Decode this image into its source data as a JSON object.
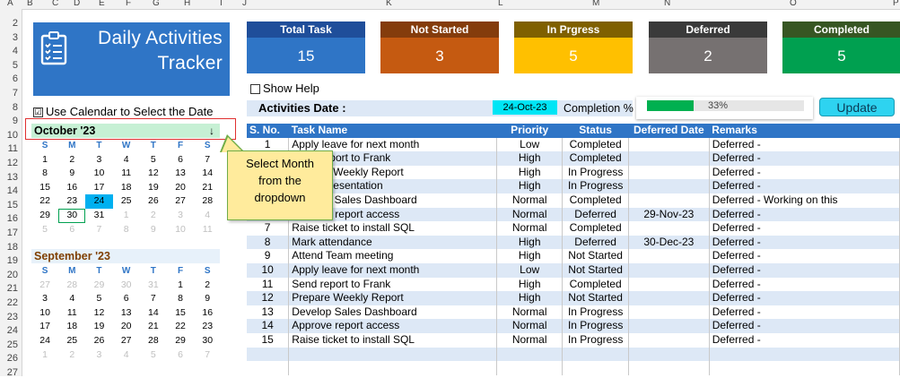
{
  "sheet": {
    "columns": [
      "A",
      "B",
      "C",
      "D",
      "E",
      "F",
      "G",
      "H",
      "I",
      "J",
      "K",
      "L",
      "M",
      "N",
      "O",
      "P"
    ],
    "rows": [
      "2",
      "3",
      "4",
      "5",
      "6",
      "7",
      "8",
      "9",
      "10",
      "11",
      "12",
      "13",
      "14",
      "15",
      "16",
      "17",
      "18",
      "19",
      "20",
      "21",
      "22",
      "23",
      "24",
      "25",
      "26",
      "27"
    ]
  },
  "app": {
    "title_line1": "Daily Activities",
    "title_line2": "Tracker"
  },
  "kpis": [
    {
      "label": "Total Task",
      "value": "15",
      "header_color": "#1f4e9a",
      "body_color": "#2f75c6"
    },
    {
      "label": "Not Started",
      "value": "3",
      "header_color": "#843c0c",
      "body_color": "#c55a11"
    },
    {
      "label": "In Prgress",
      "value": "5",
      "header_color": "#7f6000",
      "body_color": "#ffc000"
    },
    {
      "label": "Deferred",
      "value": "2",
      "header_color": "#3a3a3a",
      "body_color": "#767171"
    },
    {
      "label": "Completed",
      "value": "5",
      "header_color": "#375623",
      "body_color": "#00a050"
    }
  ],
  "options": {
    "show_help": "Show Help",
    "use_calendar": "Use Calendar to Select the Date",
    "use_calendar_checked": "☑"
  },
  "activities": {
    "label": "Activities Date :",
    "date": "24-Oct-23",
    "completion_label": "Completion %",
    "completion_pct": 0.33,
    "completion_text": "33%",
    "update_button": "Update"
  },
  "calendar_oct": {
    "month": "October '23",
    "day_names": [
      "S",
      "M",
      "T",
      "W",
      "T",
      "F",
      "S"
    ],
    "weeks": [
      [
        "1",
        "2",
        "3",
        "4",
        "5",
        "6",
        "7"
      ],
      [
        "8",
        "9",
        "10",
        "11",
        "12",
        "13",
        "14"
      ],
      [
        "15",
        "16",
        "17",
        "18",
        "19",
        "20",
        "21"
      ],
      [
        "22",
        "23",
        "24",
        "25",
        "26",
        "27",
        "28"
      ],
      [
        "29",
        "30",
        "31",
        "1",
        "2",
        "3",
        "4"
      ],
      [
        "5",
        "6",
        "7",
        "8",
        "9",
        "10",
        "11"
      ]
    ]
  },
  "calendar_sep": {
    "month": "September '23",
    "day_names": [
      "S",
      "M",
      "T",
      "W",
      "T",
      "F",
      "S"
    ],
    "weeks": [
      [
        "27",
        "28",
        "29",
        "30",
        "31",
        "1",
        "2"
      ],
      [
        "3",
        "4",
        "5",
        "6",
        "7",
        "8",
        "9"
      ],
      [
        "10",
        "11",
        "12",
        "13",
        "14",
        "15",
        "16"
      ],
      [
        "17",
        "18",
        "19",
        "20",
        "21",
        "22",
        "23"
      ],
      [
        "24",
        "25",
        "26",
        "27",
        "28",
        "29",
        "30"
      ],
      [
        "1",
        "2",
        "3",
        "4",
        "5",
        "6",
        "7"
      ]
    ]
  },
  "tooltip": {
    "line1": "Select Month",
    "line2": "from the",
    "line3": "dropdown"
  },
  "table": {
    "headers": [
      "S. No.",
      "Task Name",
      "Priority",
      "Status",
      "Deferred Date",
      "Remarks"
    ],
    "rows": [
      [
        "1",
        "Apply leave for next month",
        "Low",
        "Completed",
        "",
        "Deferred -"
      ],
      [
        "2",
        "Send report to Frank",
        "High",
        "Completed",
        "",
        "Deferred -"
      ],
      [
        "3",
        "Prepare Weekly Report",
        "High",
        "In Progress",
        "",
        "Deferred -"
      ],
      [
        "4",
        "Client Presentation",
        "High",
        "In Progress",
        "",
        "Deferred -"
      ],
      [
        "5",
        "Develop Sales Dashboard",
        "Normal",
        "Completed",
        "",
        "Deferred - Working on this"
      ],
      [
        "6",
        "Approve report access",
        "Normal",
        "Deferred",
        "29-Nov-23",
        "Deferred -"
      ],
      [
        "7",
        "Raise ticket to install SQL",
        "Normal",
        "Completed",
        "",
        "Deferred -"
      ],
      [
        "8",
        "Mark attendance",
        "High",
        "Deferred",
        "30-Dec-23",
        "Deferred -"
      ],
      [
        "9",
        "Attend Team meeting",
        "High",
        "Not Started",
        "",
        "Deferred -"
      ],
      [
        "10",
        "Apply leave for next month",
        "Low",
        "Not Started",
        "",
        "Deferred -"
      ],
      [
        "11",
        "Send report to Frank",
        "High",
        "Completed",
        "",
        "Deferred -"
      ],
      [
        "12",
        "Prepare Weekly Report",
        "High",
        "Not Started",
        "",
        "Deferred -"
      ],
      [
        "13",
        "Develop Sales Dashboard",
        "Normal",
        "In Progress",
        "",
        "Deferred -"
      ],
      [
        "14",
        "Approve report access",
        "Normal",
        "In Progress",
        "",
        "Deferred -"
      ],
      [
        "15",
        "Raise ticket to install SQL",
        "Normal",
        "In Progress",
        "",
        "Deferred -"
      ]
    ]
  }
}
